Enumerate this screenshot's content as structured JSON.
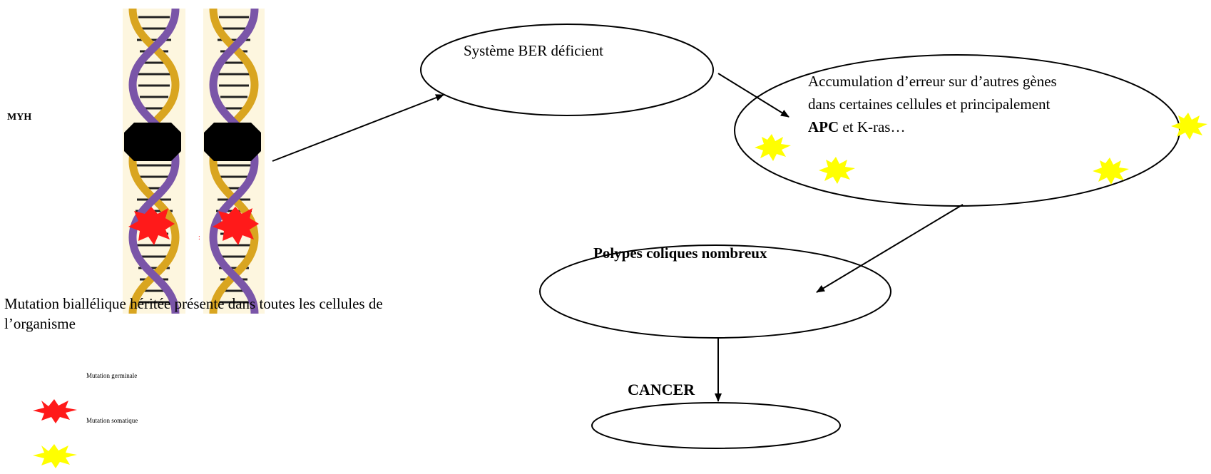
{
  "gene_label": "MYH",
  "caption": "Mutation biallélique héritée présente dans toutes les cellules de l’organisme",
  "nodes": {
    "ber": "Système BER déficient",
    "accumulation": {
      "line1": "Accumulation d’erreur sur d’autres gènes",
      "line2": "dans certaines cellules et principalement",
      "apc": "APC",
      "line3_rest": " et K-ras…"
    },
    "polypes": "Polypes coliques nombreux",
    "cancer": "CANCER"
  },
  "legend": {
    "germinal": "Mutation germinale",
    "somatic": "Mutation somatique"
  },
  "colors": {
    "germinal": "#ff1a1a",
    "somatic": "#ffff00",
    "helix_gold": "#d9a520",
    "helix_purple": "#7a55a8",
    "helix_bg": "#fdf6df",
    "lesion": "#000000"
  },
  "icons": [
    "dna-helix-icon",
    "germinal-mutation-star-icon",
    "somatic-mutation-star-icon"
  ]
}
